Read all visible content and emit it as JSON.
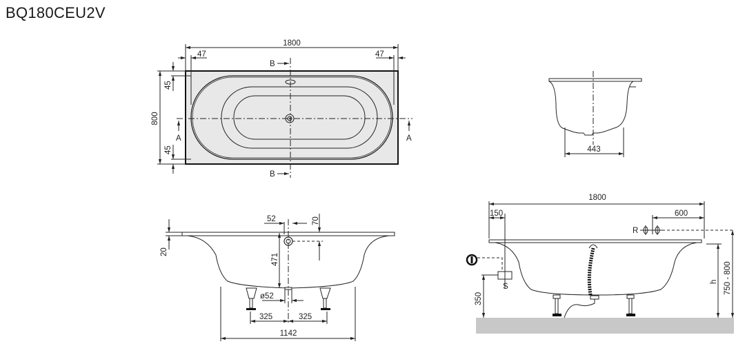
{
  "title": "BQ180CEU2V",
  "top_view": {
    "length": "1800",
    "rim_left": "47",
    "rim_right": "47",
    "width": "800",
    "rim_top": "45",
    "rim_bottom": "45",
    "section_a": "A",
    "section_b": "B"
  },
  "section_a_view": {
    "bottom_width": "443"
  },
  "section_b_view": {
    "overflow_offset": "52",
    "overflow_height": "70",
    "rim_thickness": "20",
    "depth": "471",
    "drain_diameter": "ø52",
    "leg_left": "325",
    "leg_right": "325",
    "bottom_length": "1142"
  },
  "installation_view": {
    "length": "1800",
    "supply_offset": "150",
    "tap_offset": "600",
    "tap_label": "R",
    "supply_label": "S",
    "supply_height": "350",
    "height_label": "h",
    "height_range": "750 - 800"
  },
  "colors": {
    "line": "#222222",
    "top_fill": "#e6e6e6",
    "floor": "#c8c8c8"
  }
}
